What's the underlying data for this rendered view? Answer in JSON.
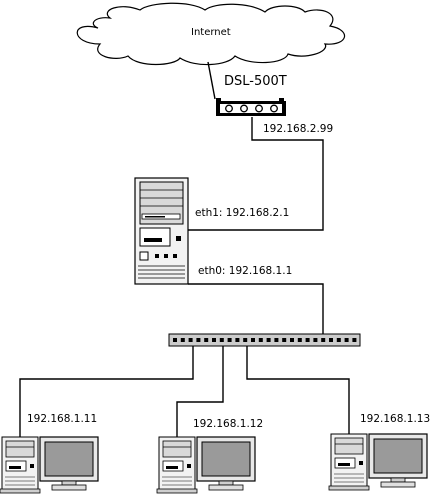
{
  "internet": {
    "label": "Internet"
  },
  "modem": {
    "model": "DSL-500T",
    "ip": "192.168.2.99"
  },
  "server": {
    "eth1": "eth1: 192.168.2.1",
    "eth0": "eth0: 192.168.1.1"
  },
  "clients": [
    {
      "ip": "192.168.1.11"
    },
    {
      "ip": "192.168.1.12"
    },
    {
      "ip": "192.168.1.13"
    }
  ]
}
